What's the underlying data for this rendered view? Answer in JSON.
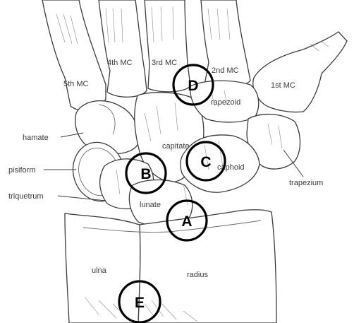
{
  "labels": {
    "mc5": "5th MC",
    "mc4": "4th MC",
    "mc3": "3rd MC",
    "mc2": "2nd MC",
    "mc1": "1st MC",
    "trapezoid": "rapezoid",
    "hamate": "hamate",
    "capitate": "capitate",
    "pisiform": "pisiform",
    "scaphoid": "caphoid",
    "triquetrum": "triquetrum",
    "trapezium": "trapezium",
    "lunate": "lunate",
    "ulna": "ulna",
    "radius": "radius"
  },
  "markers": {
    "a": "A",
    "b": "B",
    "c": "C",
    "d": "D",
    "e": "E"
  }
}
